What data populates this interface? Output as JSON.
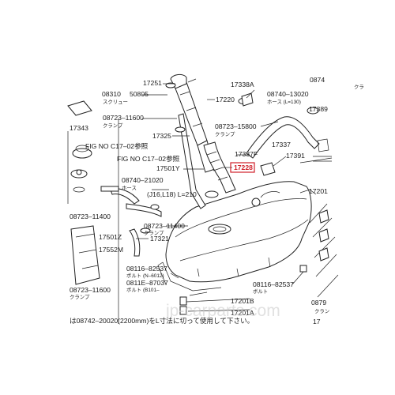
{
  "labels": {
    "p17251": "17251",
    "p08310": "08310",
    "p50805": "50805",
    "p_skurew": "スクリュー",
    "p17220": "17220",
    "p17338A": "17338A",
    "p08740_13020": "08740–13020",
    "p08740_13020_sub": "ホース (L=130)",
    "p0874_edge": "0874",
    "p0874_edge_sub": "クラ",
    "p17389": "17389",
    "p08723_11600": "08723–11600",
    "p_clamp1": "クランプ",
    "p08723_15800": "08723–15800",
    "p_clamp2": "クランプ",
    "p17343": "17343",
    "p17325": "17325",
    "p17337F": "17337F",
    "p17337": "17337",
    "p_fig1": "FIG NO C17–02参照",
    "p_fig2": "FIG NO C17–02参照",
    "p17501Y": "17501Y",
    "p17228": "17228",
    "p17391": "17391",
    "p08740_21020": "08740–21020",
    "p_hose_sub": "ホース",
    "p_j16": "(J16,L18) L=210",
    "p17201_edge": "17201",
    "p08723_11400a": "08723–11400",
    "p08723_11400b": "08723–11400",
    "p_clamp3": "クランプ",
    "p17321": "17321",
    "p17501Z": "17501Z",
    "p17552M": "17552M",
    "p08116_82537a": "08116–82537",
    "p_bolt_n6012": "ボルト (N–6012)",
    "p0811E_87037": "0811E–87037",
    "p_bolt2": "ボルト (B101–",
    "p08723_11600b": "08723–11600",
    "p_clamp4": "クランプ",
    "p08116_82537b": "08116–82537",
    "p_bolt3": "ボルト",
    "p17201B": "17201B",
    "p17201A": "17201A",
    "p0879_edge": "0879",
    "p_clamp_edge": "クラン",
    "p17_edge": "17",
    "footer_note": "は08742–20020(2200mm)をL寸法に切って使用して下さい。",
    "watermark": "jp-carparts.com"
  },
  "highlight": {
    "color": "#d0202a"
  }
}
